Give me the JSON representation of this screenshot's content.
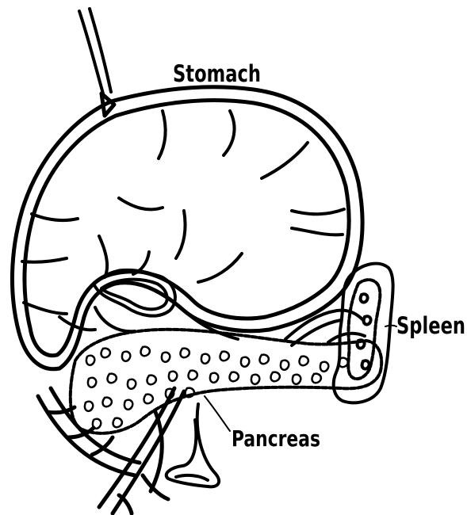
{
  "labels": {
    "stomach": "Stomach",
    "spleen": "Spleen",
    "pancreas": "Pancreas"
  },
  "colors": {
    "ink": "#000000",
    "paper": "#ffffff"
  }
}
